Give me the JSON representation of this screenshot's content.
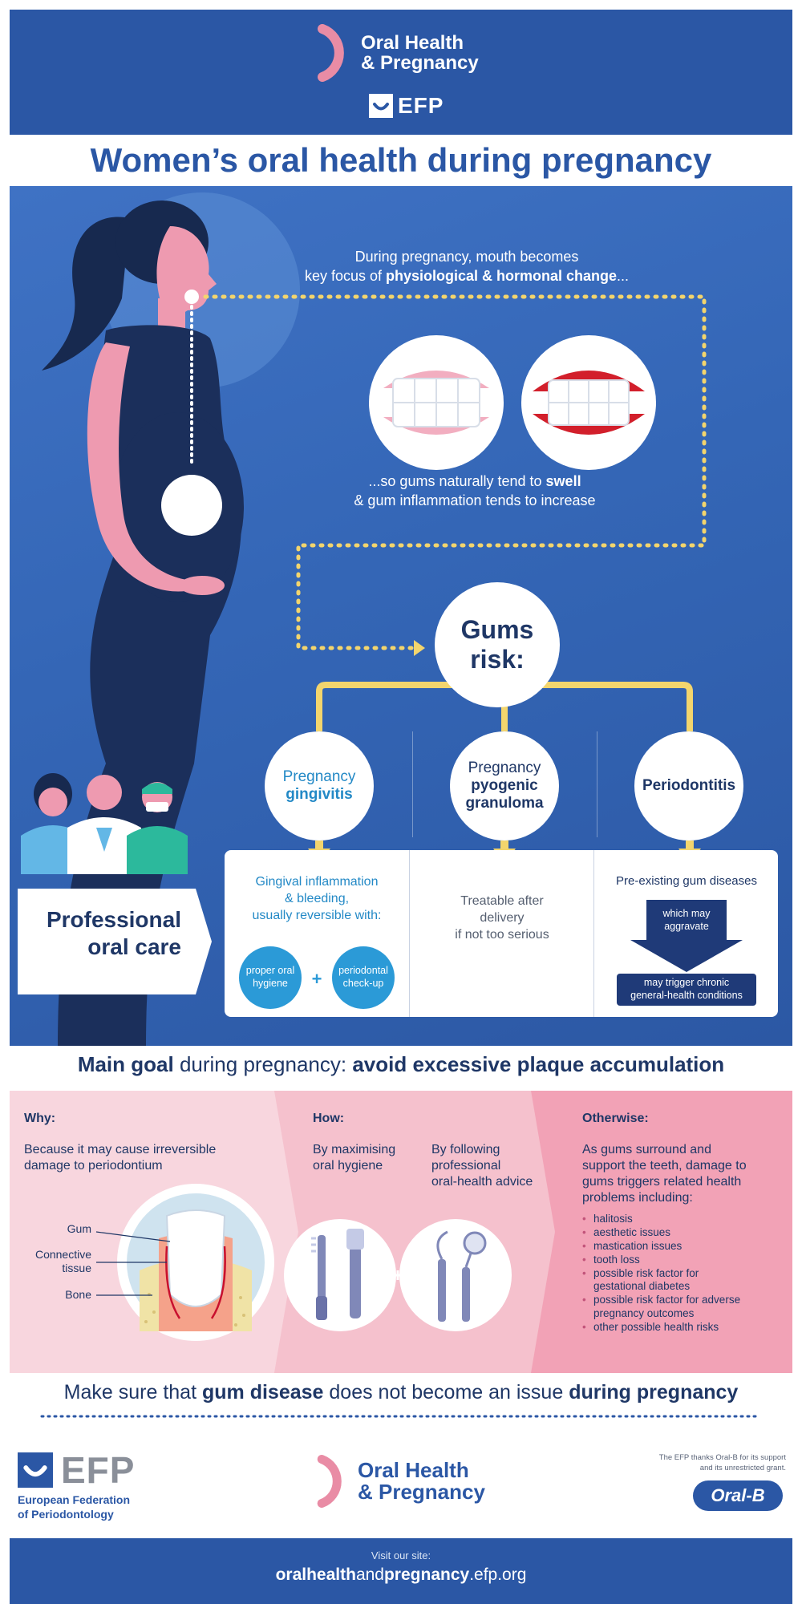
{
  "header": {
    "brand_line1": "Oral Health",
    "brand_line2": "& Pregnancy",
    "efp_short": "EFP",
    "colors": {
      "header_blue": "#2b57a5",
      "accent_pink": "#e98ca5",
      "navy": "#1f3766",
      "cyan": "#2389c6",
      "dotted_yellow": "#f3d56d"
    }
  },
  "title": "Women’s oral health during pregnancy",
  "intro": {
    "line1": "During pregnancy, mouth becomes",
    "line2_prefix": "key focus of ",
    "line2_bold": "physiological & hormonal change",
    "line2_suffix": "..."
  },
  "swell": {
    "line1_prefix": "...so gums naturally tend to ",
    "line1_bold": "swell",
    "line2": "& gum inflammation tends to increase"
  },
  "gums_risk": {
    "line1": "Gums",
    "line2": "risk:"
  },
  "risks": [
    {
      "line1": "Pregnancy",
      "line2": "gingivitis"
    },
    {
      "line1": "Pregnancy",
      "line2": "pyogenic",
      "line3": "granuloma"
    },
    {
      "line1": "Periodontitis"
    }
  ],
  "gingivitis_box": {
    "line1": "Gingival inflammation",
    "line2": "& bleeding,",
    "line3": "usually reversible with:",
    "pill1_line1": "proper oral",
    "pill1_line2": "hygiene",
    "plus": "+",
    "pill2_line1": "periodontal",
    "pill2_line2": "check-up"
  },
  "granuloma_box": {
    "line1": "Treatable after",
    "line2": "delivery",
    "line3": "if not too serious"
  },
  "periodontitis_box": {
    "line1": "Pre-existing gum diseases",
    "arrow_line1": "which may",
    "arrow_line2": "aggravate",
    "chronic_line1": "may trigger chronic",
    "chronic_line2": "general-health conditions"
  },
  "professional_care": {
    "line1": "Professional",
    "line2": "oral care"
  },
  "main_goal": {
    "prefix_bold": "Main goal",
    "middle": " during pregnancy: ",
    "suffix_bold": "avoid excessive plaque accumulation"
  },
  "why": {
    "heading": "Why:",
    "line1": "Because it may cause irreversible",
    "line2": "damage to periodontium",
    "labels": {
      "gum": "Gum",
      "connective1": "Connective",
      "connective2": "tissue",
      "bone": "Bone"
    }
  },
  "how": {
    "heading": "How:",
    "a_line1": "By maximising",
    "a_line2": "oral hygiene",
    "b_line1": "By following",
    "b_line2": "professional",
    "b_line3": "oral-health advice"
  },
  "otherwise": {
    "heading": "Otherwise:",
    "line1": "As gums surround and",
    "line2": "support the teeth, damage to",
    "line3": "gums triggers related health",
    "line4": "problems including:",
    "items": [
      [
        "halitosis"
      ],
      [
        "aesthetic issues"
      ],
      [
        "mastication issues"
      ],
      [
        "tooth loss"
      ],
      [
        "possible risk factor for",
        "gestational diabetes"
      ],
      [
        "possible risk factor for adverse",
        "pregnancy outcomes"
      ],
      [
        "other possible health risks"
      ]
    ]
  },
  "final": {
    "p1": "Make sure that ",
    "b1": "gum disease",
    "p2": " does not become an issue ",
    "b2": "during pregnancy"
  },
  "footer": {
    "efp_short": "EFP",
    "efp_full1": "European Federation",
    "efp_full2": "of Periodontology",
    "brand_line1": "Oral Health",
    "brand_line2": "& Pregnancy",
    "thanks1": "The EFP thanks Oral-B for its support",
    "thanks2": "and its unrestricted grant.",
    "oralb": "Oral-B",
    "visit": "Visit our site:",
    "url_a": "oralhealth",
    "url_b": "and",
    "url_c": "pregnancy",
    "url_d": ".efp.org"
  }
}
